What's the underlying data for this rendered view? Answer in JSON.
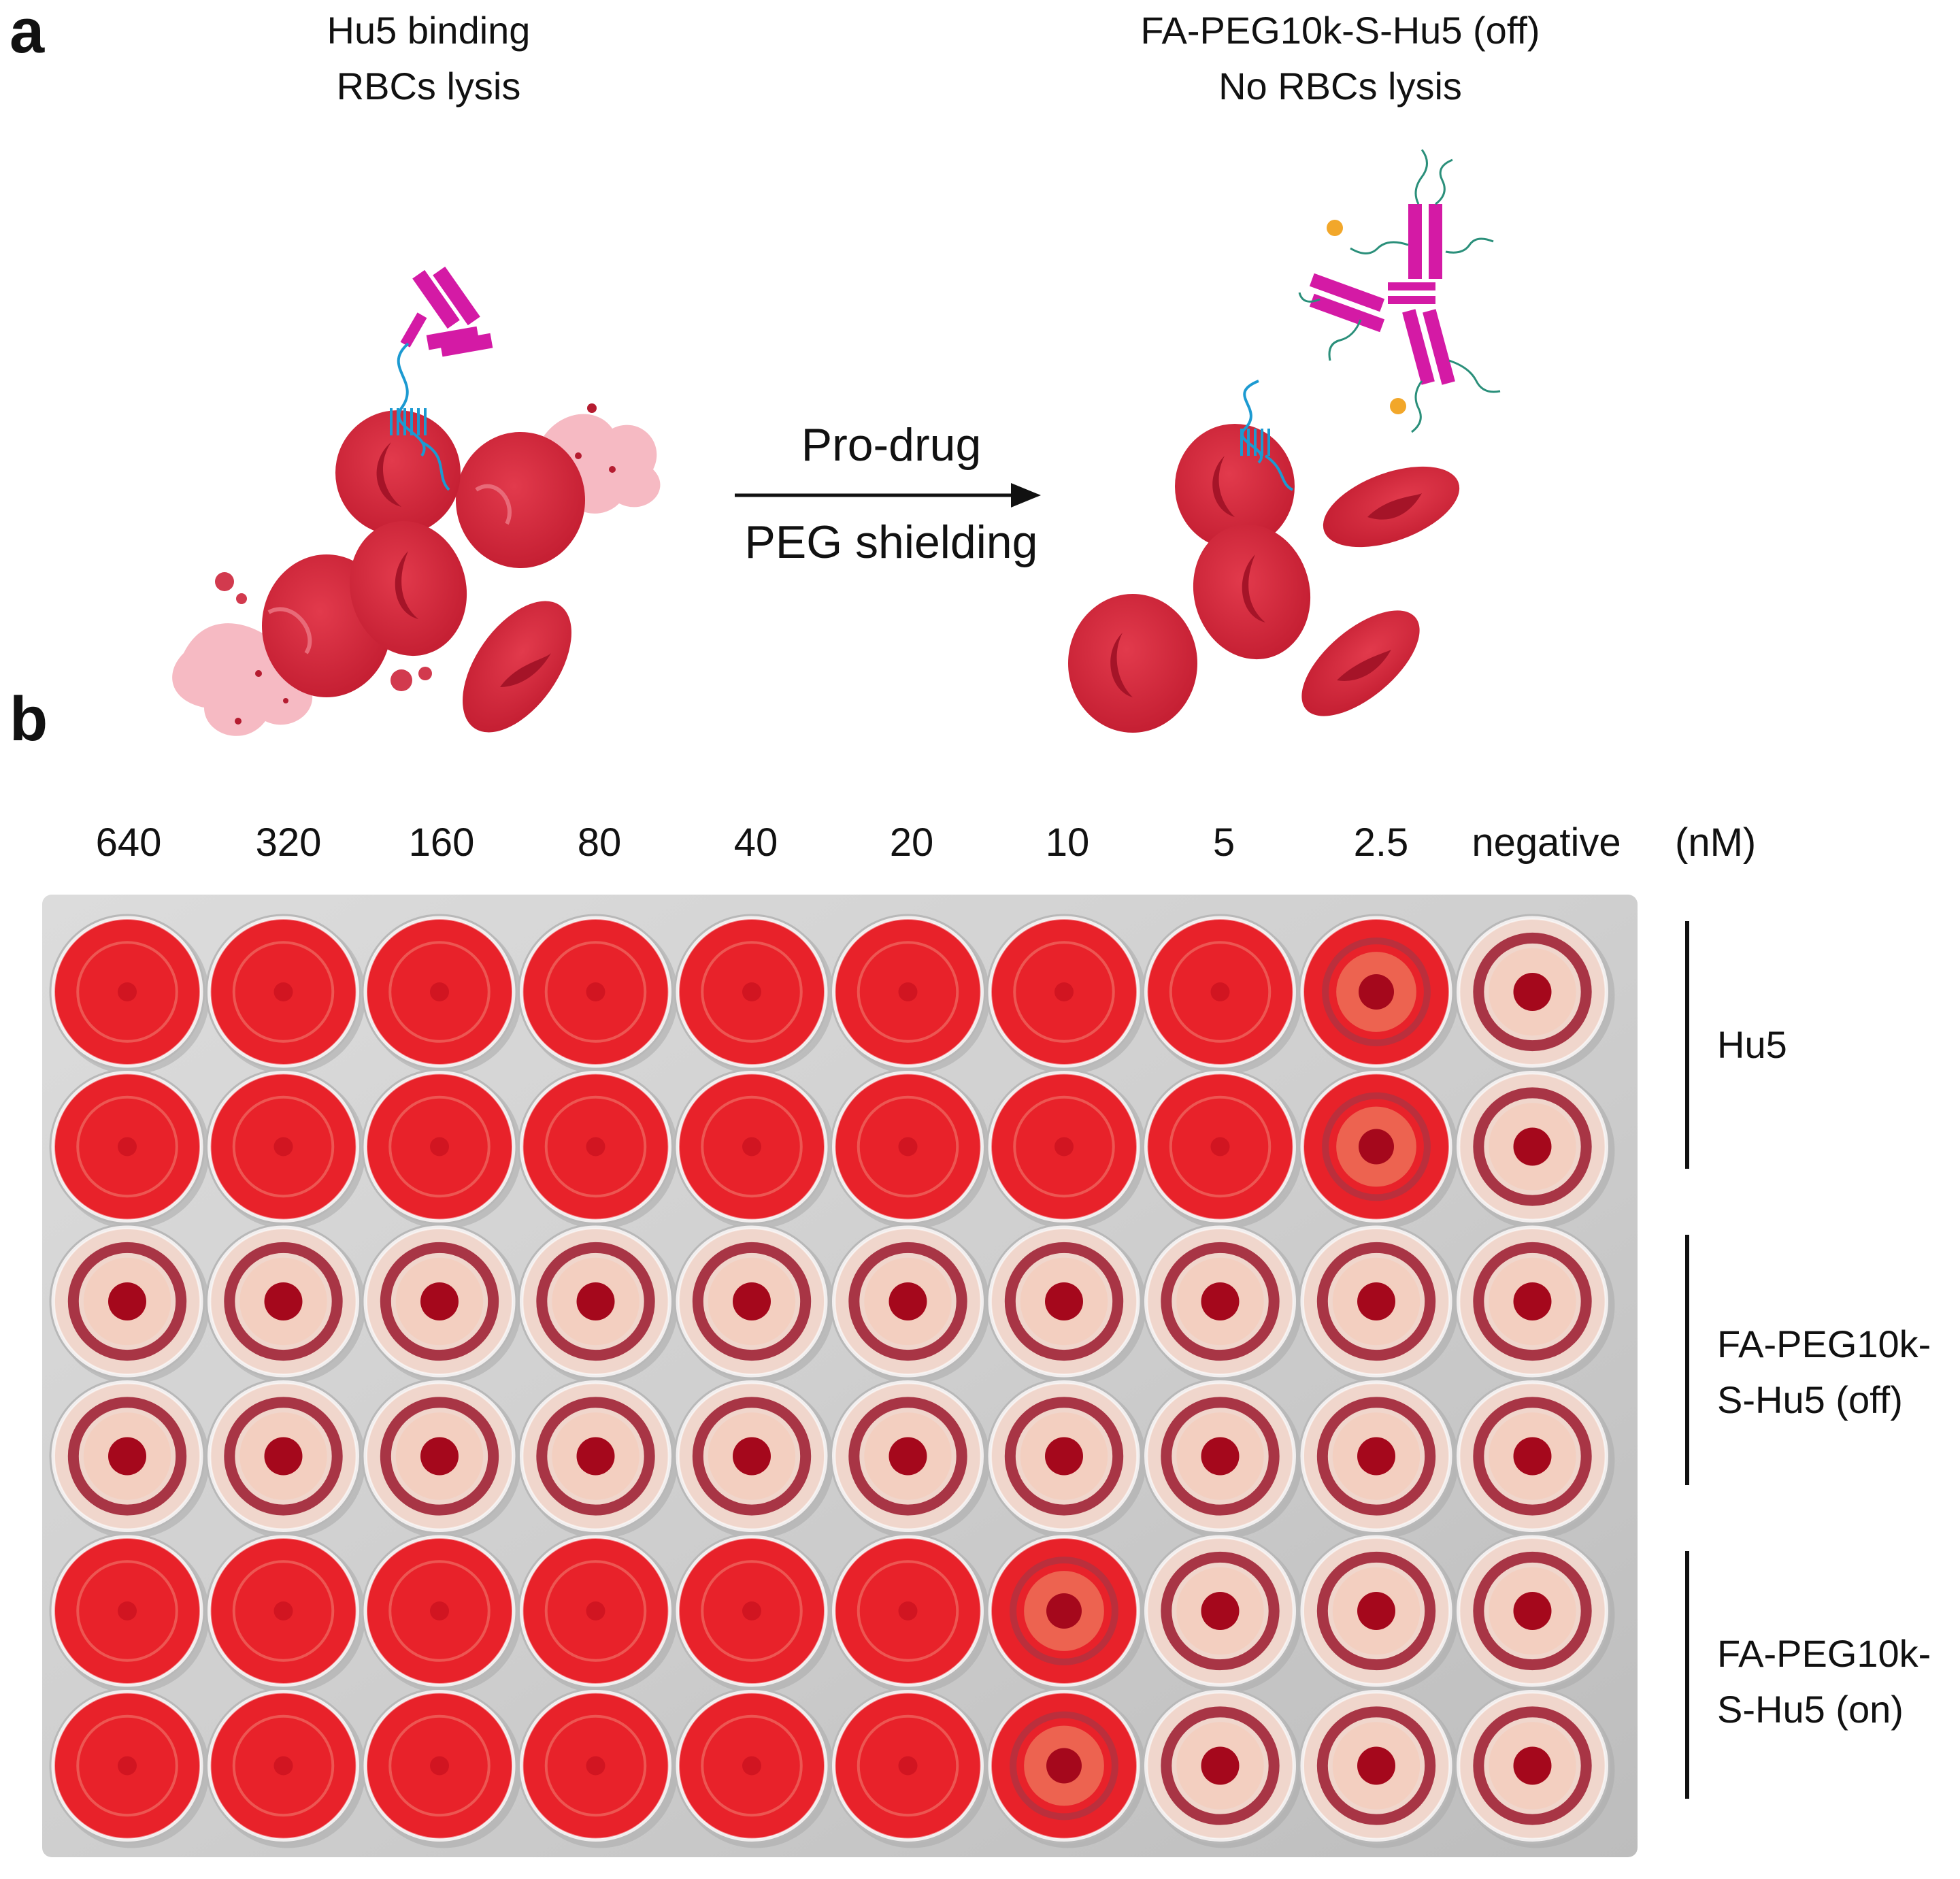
{
  "panel_a": {
    "letter": "a",
    "left_caption": [
      "Hu5 binding",
      "RBCs lysis"
    ],
    "right_caption": [
      "FA-PEG10k-S-Hu5 (off)",
      "No RBCs lysis"
    ],
    "arrow_top": "Pro-drug",
    "arrow_bottom": "PEG shielding"
  },
  "panel_b": {
    "letter": "b",
    "concentrations": [
      "640",
      "320",
      "160",
      "80",
      "40",
      "20",
      "10",
      "5",
      "2.5",
      "negative"
    ],
    "unit": "(nM)",
    "groups": [
      {
        "label": [
          "Hu5"
        ]
      },
      {
        "label": [
          "FA-PEG10k-",
          "S-Hu5 (off)"
        ]
      },
      {
        "label": [
          "FA-PEG10k-",
          "S-Hu5 (on)"
        ]
      }
    ],
    "well_rows": [
      [
        "lysed",
        "lysed",
        "lysed",
        "lysed",
        "lysed",
        "lysed",
        "lysed",
        "lysed",
        "partial",
        "intact"
      ],
      [
        "lysed",
        "lysed",
        "lysed",
        "lysed",
        "lysed",
        "lysed",
        "lysed",
        "lysed",
        "partial",
        "intact"
      ],
      [
        "intact",
        "intact",
        "intact",
        "intact",
        "intact",
        "intact",
        "intact",
        "intact",
        "intact",
        "intact"
      ],
      [
        "intact",
        "intact",
        "intact",
        "intact",
        "intact",
        "intact",
        "intact",
        "intact",
        "intact",
        "intact"
      ],
      [
        "lysed",
        "lysed",
        "lysed",
        "lysed",
        "lysed",
        "lysed",
        "partial",
        "intact",
        "intact",
        "intact"
      ],
      [
        "lysed",
        "lysed",
        "lysed",
        "lysed",
        "lysed",
        "lysed",
        "partial",
        "intact",
        "intact",
        "intact"
      ]
    ],
    "colors": {
      "lysed": "#e8222a",
      "pellet": "#a5081c",
      "ring": "#a83545",
      "clear": "#f3cfc0",
      "plate": "#cfcfcf"
    }
  }
}
